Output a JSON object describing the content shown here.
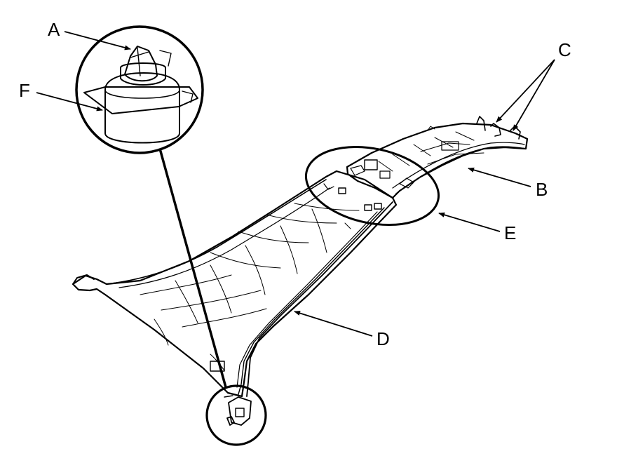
{
  "diagram": {
    "labels": {
      "a": "A",
      "b": "B",
      "c": "C",
      "d": "D",
      "e": "E",
      "f": "F"
    },
    "colors": {
      "line": "#000000",
      "background": "#ffffff"
    }
  }
}
